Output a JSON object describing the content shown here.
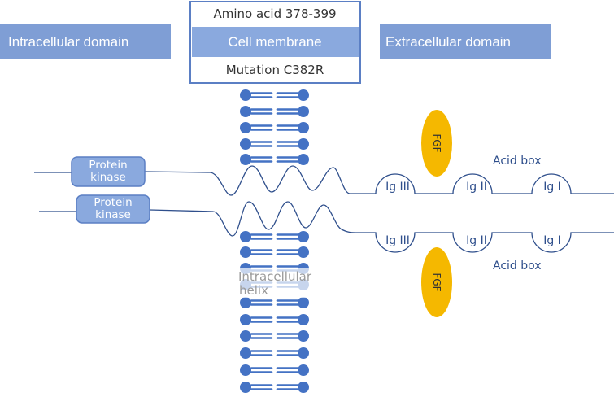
{
  "labels": {
    "intracellular_domain": "Intracellular  domain",
    "cell_membrane": "Cell membrane",
    "extracellular_domain": "Extracellular  domain",
    "amino_acid": "Amino acid  378-399",
    "mutation": "Mutation C382R",
    "protein_kinase_line1": "Protein",
    "protein_kinase_line2": "kinase",
    "fgf": "FGF",
    "acid_box": "Acid box",
    "ig_iii": "Ig III",
    "ig_ii": "Ig II",
    "ig_i": "Ig I",
    "intracellular_helix_line1": "Intracellular",
    "intracellular_helix_line2": "helix"
  },
  "colors": {
    "header_fill": "#7f9ed5",
    "membrane_header": "#8aa9de",
    "box_border": "#5b7fc4",
    "lipid_blue": "#4472c4",
    "kinase_fill": "#8aa9de",
    "line_color": "#2f4f8c",
    "fgf_fill": "#f5b800"
  }
}
